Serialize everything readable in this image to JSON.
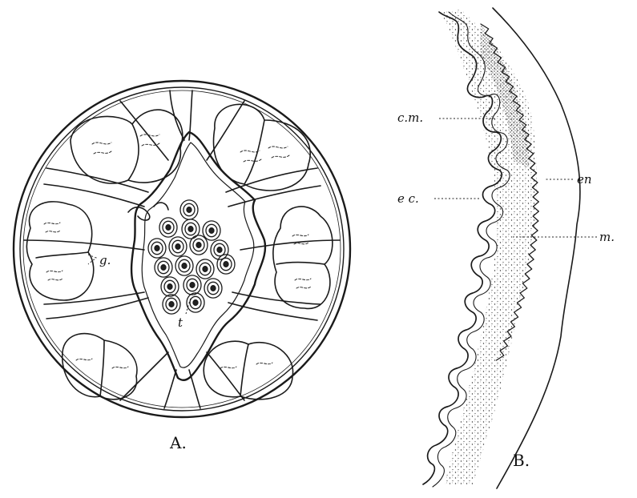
{
  "figure": {
    "panel_a": {
      "caption": "A.",
      "labels": {
        "g": "g.",
        "t": "t"
      }
    },
    "panel_b": {
      "caption": "B.",
      "labels": {
        "cm": "c.m.",
        "ec": "e c.",
        "en": "en",
        "m": "m."
      }
    }
  }
}
